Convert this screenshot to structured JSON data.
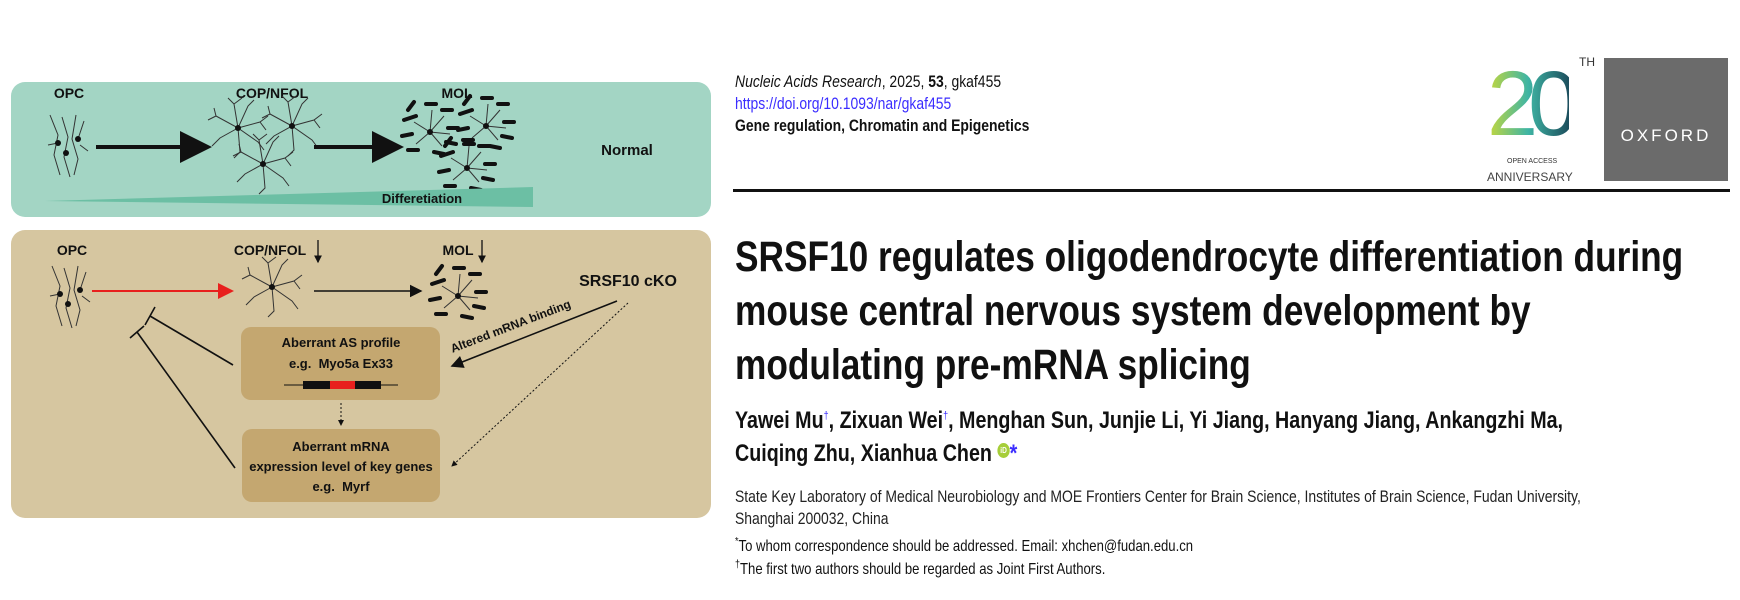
{
  "figure": {
    "normal_panel": {
      "labels": {
        "opc": "OPC",
        "cop": "COP/NFOL",
        "mol": "MOL"
      },
      "condition": "Normal",
      "gradient_label": "Differetiation"
    },
    "cko_panel": {
      "labels": {
        "opc": "OPC",
        "cop": "COP/NFOL",
        "mol": "MOL"
      },
      "condition": "SRSF10 cKO",
      "arrow_label": "Altered mRNA binding",
      "box1": {
        "line1": "Aberrant AS profile",
        "line2": "e.g.  Myo5a Ex33"
      },
      "box2": {
        "line1": "Aberrant mRNA",
        "line2": "expression level of key genes",
        "line3": "e.g.  Myrf"
      }
    },
    "colors": {
      "normal_bg": "#a3d5c4",
      "cko_bg": "#d6c6a0",
      "box_bg": "#c4a770",
      "red": "#e8201d"
    }
  },
  "header": {
    "journal": "Nucleic Acids Research",
    "year_sep": ", 2025, ",
    "volume": "53",
    "article_id": ", gkaf455",
    "doi": "https://doi.org/10.1093/nar/gkaf455",
    "section": "Gene regulation, Chromatin and Epigenetics"
  },
  "logo": {
    "number": "20",
    "suffix": "TH",
    "line1": "OPEN ACCESS",
    "line2": "ANNIVERSARY",
    "publisher": "OXFORD"
  },
  "article": {
    "title_lines": [
      "SRSF10 regulates oligodendrocyte differentiation during",
      "mouse central nervous system development by",
      "modulating pre-mRNA splicing"
    ],
    "authors_line1": [
      {
        "name": "Yawei Mu",
        "mark": "†",
        "sep": ", "
      },
      {
        "name": "Zixuan Wei",
        "mark": "†",
        "sep": ", Menghan Sun, Junjie Li, Yi Jiang, Hanyang Jiang, Ankangzhi Ma,"
      }
    ],
    "authors_line2": {
      "names": "Cuiqing Zhu, Xianhua Chen",
      "orcid": "iD",
      "mark": "*"
    },
    "affiliation": [
      "State Key Laboratory of Medical Neurobiology and MOE Frontiers Center for Brain Science, Institutes of Brain Science, Fudan University,",
      "Shanghai 200032, China"
    ],
    "footnotes": [
      {
        "mark": "*",
        "text": "To whom correspondence should be addressed. Email: xhchen@fudan.edu.cn"
      },
      {
        "mark": "†",
        "text": "The first two authors should be regarded as Joint First Authors."
      }
    ]
  }
}
